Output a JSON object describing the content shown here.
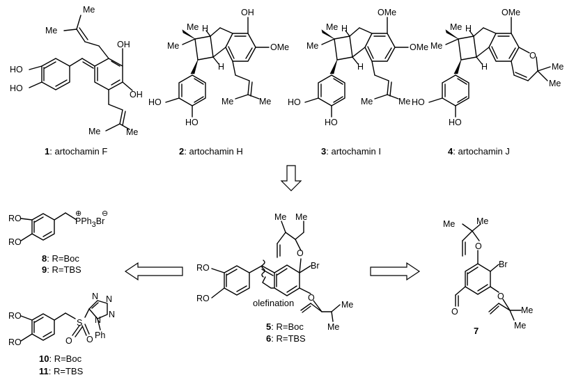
{
  "compounds": {
    "c1": {
      "num": "1",
      "name": ": artochamin F"
    },
    "c2": {
      "num": "2",
      "name": ": artochamin H"
    },
    "c3": {
      "num": "3",
      "name": ": artochamin I"
    },
    "c4": {
      "num": "4",
      "name": ": artochamin J"
    },
    "c5": {
      "num": "5",
      "name": ": R=Boc"
    },
    "c6": {
      "num": "6",
      "name": ": R=TBS"
    },
    "c7": {
      "num": "7"
    },
    "c8": {
      "num": "8",
      "name": ": R=Boc"
    },
    "c9": {
      "num": "9",
      "name": ": R=TBS"
    },
    "c10": {
      "num": "10",
      "name": ": R=Boc"
    },
    "c11": {
      "num": "11",
      "name": ": R=TBS"
    }
  },
  "annotations": {
    "olefination": "olefination"
  },
  "atoms": {
    "OH": "OH",
    "HO": "HO",
    "OMe": "OMe",
    "Me": "Me",
    "H": "H",
    "O": "O",
    "Br": "Br",
    "RO": "RO",
    "P": "P",
    "Ph3": "Ph",
    "sub3": "3",
    "N": "N",
    "S": "S",
    "Ph": "Ph",
    "plus": "⊕",
    "minus": "⊖"
  }
}
